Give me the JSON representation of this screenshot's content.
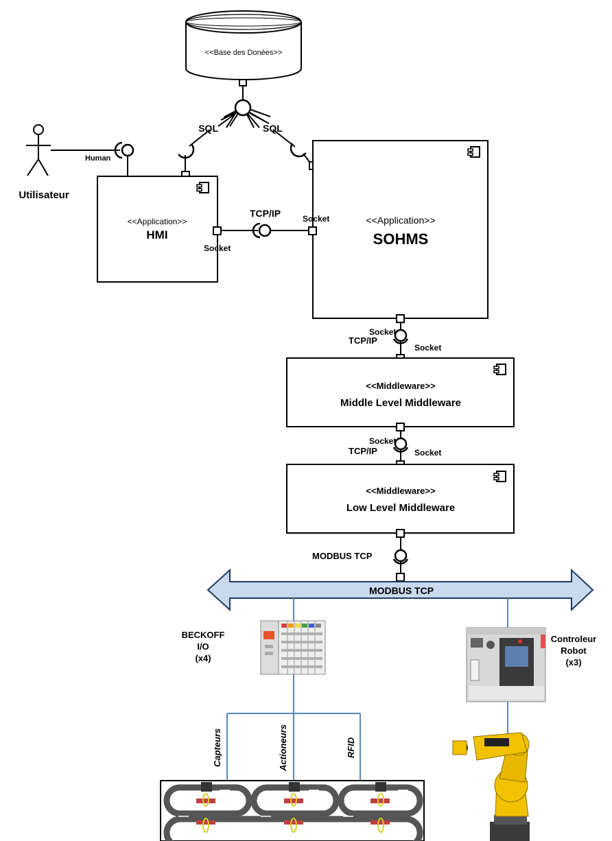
{
  "database": {
    "label": "<<Base des Donées>>"
  },
  "actor": {
    "name": "Utilisateur",
    "interface_label": "Human"
  },
  "interfaces": {
    "sql_left": "SQL",
    "sql_right": "SQL",
    "tcp_hmi_sohms": "TCP/IP",
    "socket_hmi": "Socket",
    "socket_sohms": "Socket",
    "socket_mid_top_a": "Socket",
    "tcp_mid_top": "TCP/IP",
    "socket_mid_top_b": "Socket",
    "socket_mid_low_a": "Socket",
    "tcp_mid_low": "TCP/IP",
    "socket_mid_low_b": "Socket",
    "modbus_port": "MODBUS TCP"
  },
  "components": {
    "hmi": {
      "stereotype": "<<Application>>",
      "name": "HMI"
    },
    "sohms": {
      "stereotype": "<<Application>>",
      "name": "SOHMS"
    },
    "middle_mw": {
      "stereotype": "<<Middleware>>",
      "name": "Middle Level Middleware"
    },
    "low_mw": {
      "stereotype": "<<Middleware>>",
      "name": "Low Level Middleware"
    }
  },
  "bus": {
    "label": "MODBUS TCP",
    "color": "#c9d9ee"
  },
  "beckhoff": {
    "line1": "BECKOFF",
    "line2": "I/O",
    "line3": "(x4)"
  },
  "robot_controller": {
    "line1": "Controleur",
    "line2": "Robot",
    "line3": "(x3)"
  },
  "io_links": {
    "sensors": "Capteurs",
    "actuators": "Actioneurs",
    "rfid": "RFID"
  },
  "colors": {
    "link_blue": "#5b86b8",
    "robot_yellow": "#f2c200",
    "belt_dark": "#555555"
  }
}
